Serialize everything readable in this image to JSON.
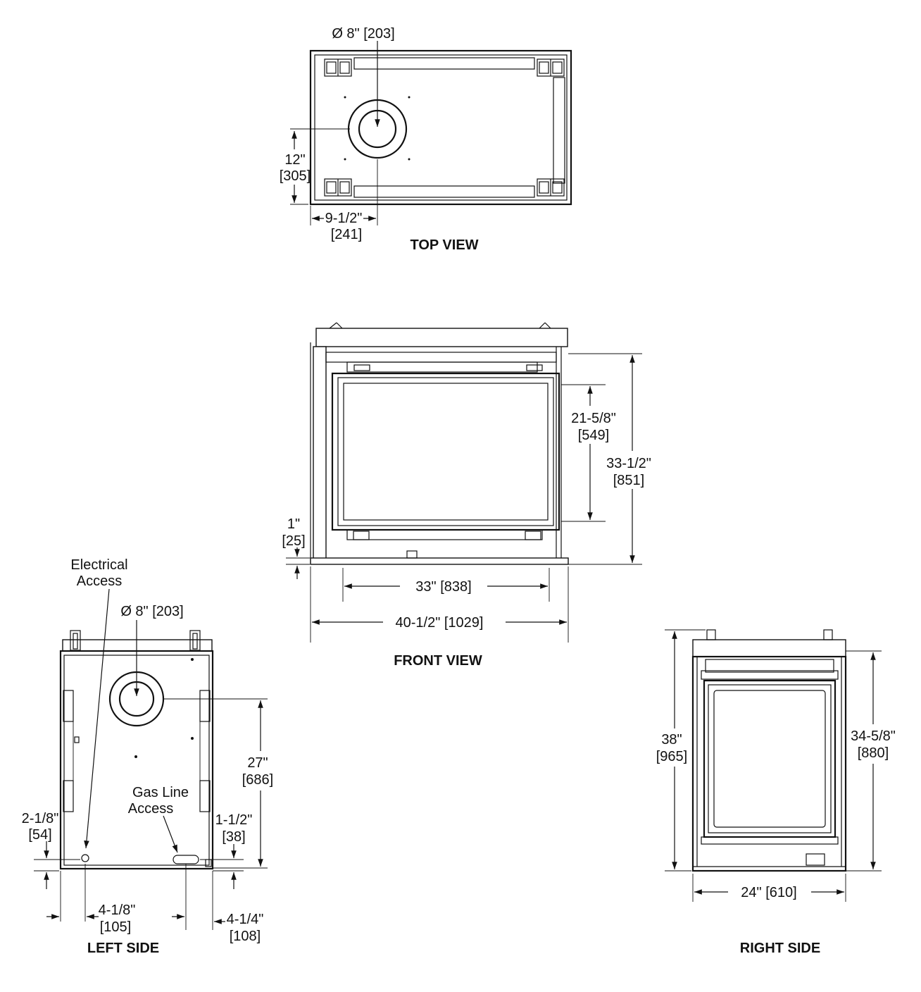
{
  "top_view": {
    "title": "TOP VIEW",
    "flue_diameter": "Ø 8\" [203]",
    "depth_in": "12\"",
    "depth_mm": "[305]",
    "offset_in": "9-1/2\"",
    "offset_mm": "[241]"
  },
  "front_view": {
    "title": "FRONT VIEW",
    "opening_height_in": "21-5/8\"",
    "opening_height_mm": "[549]",
    "overall_height_in": "33-1/2\"",
    "overall_height_mm": "[851]",
    "base_in": "1\"",
    "base_mm": "[25]",
    "opening_width": "33\" [838]",
    "overall_width": "40-1/2\" [1029]"
  },
  "left_side": {
    "title": "LEFT SIDE",
    "electrical_line1": "Electrical",
    "electrical_line2": "Access",
    "flue_diameter": "Ø 8\" [203]",
    "flue_height_in": "27\"",
    "flue_height_mm": "[686]",
    "gas_line1": "Gas Line",
    "gas_line2": "Access",
    "elec_height_in": "2-1/8\"",
    "elec_height_mm": "[54]",
    "gas_height_in": "1-1/2\"",
    "gas_height_mm": "[38]",
    "elec_offset_in": "4-1/8\"",
    "elec_offset_mm": "[105]",
    "gas_offset_in": "4-1/4\"",
    "gas_offset_mm": "[108]"
  },
  "right_side": {
    "title": "RIGHT SIDE",
    "overall_height_in": "38\"",
    "overall_height_mm": "[965]",
    "opening_height_in": "34-5/8\"",
    "opening_height_mm": "[880]",
    "width": "24\" [610]"
  }
}
